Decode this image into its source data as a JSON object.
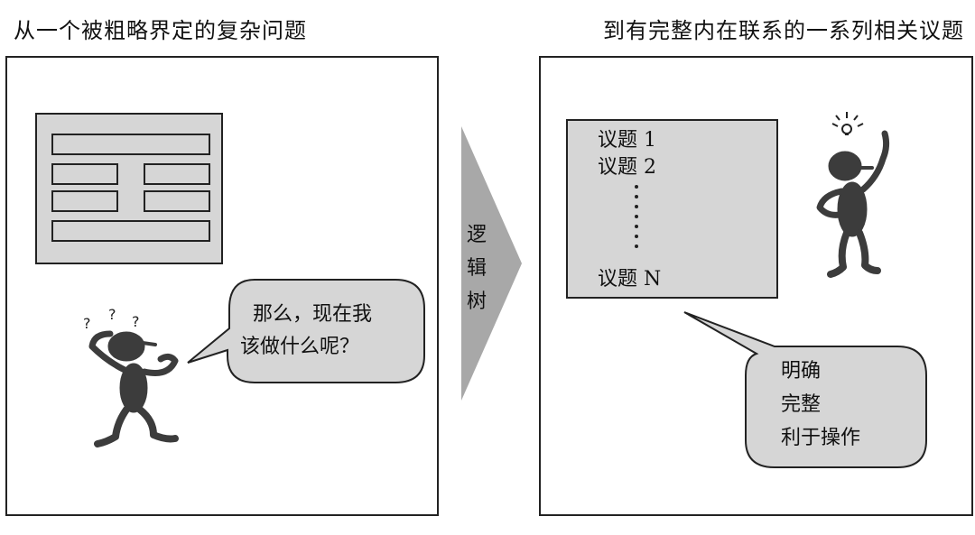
{
  "captions": {
    "left": "从一个被粗略界定的复杂问题",
    "right": "到有完整内在联系的一系列相关议题"
  },
  "arrow": {
    "label": "逻辑树"
  },
  "left_panel": {
    "bubble_lines": [
      "那么，现在我",
      "该做什么呢？"
    ],
    "question_marks": [
      "?",
      "?",
      "?"
    ]
  },
  "right_panel": {
    "issue_list": [
      "议题 1",
      "议题 2",
      "议题 N"
    ],
    "bubble_lines": [
      "明确",
      "完整",
      "利于操作"
    ]
  },
  "colors": {
    "box_fill": "#d6d6d6",
    "arrow_fill": "#a8a8a8",
    "figure_fill": "#3c3c3c",
    "border": "#222222"
  }
}
